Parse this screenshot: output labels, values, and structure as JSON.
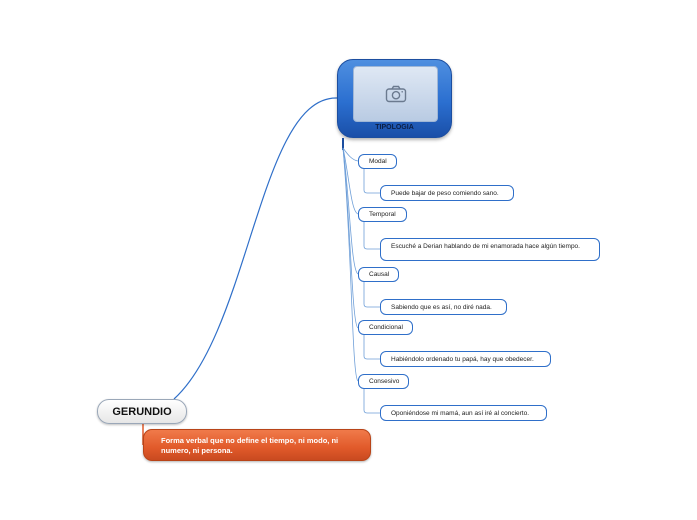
{
  "root": {
    "label": "GERUNDIO"
  },
  "definition": {
    "text": "Forma verbal que no define el tiempo, ni modo, ni numero, ni persona."
  },
  "tipologia": {
    "label": "TIPOLOGIA",
    "image_icon": "camera-icon"
  },
  "categories": [
    {
      "label": "Modal",
      "example": "Puede bajar de peso comiendo sano."
    },
    {
      "label": "Temporal",
      "example": "Escuché a Derian hablando de mi enamorada hace algún tiempo."
    },
    {
      "label": "Causal",
      "example": "Sabiendo que es así, no diré nada."
    },
    {
      "label": "Condicional",
      "example": "Habiéndolo ordenado tu papá, hay que obedecer."
    },
    {
      "label": "Consesivo",
      "example": "Oponiéndose mi mamá, aun así iré al concierto."
    }
  ],
  "colors": {
    "link": "#2f6fc9",
    "definition_bg": "#e15a2a",
    "tipologia_bg": "#2b6fd0"
  }
}
